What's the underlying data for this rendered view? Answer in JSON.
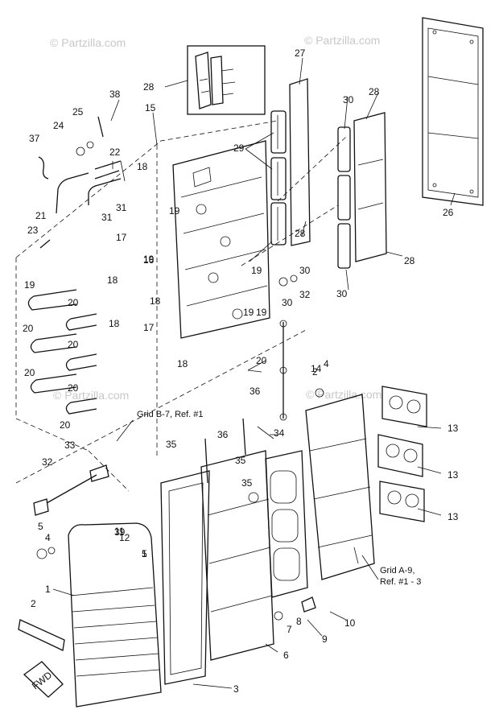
{
  "watermarks": [
    "© Partzilla.com",
    "© Partzilla.com",
    "© Partzilla.com",
    "© Partzilla.com"
  ],
  "notes": [
    {
      "lines": [
        "Grid B-7, Ref. #1"
      ]
    },
    {
      "lines": [
        "Grid A-9,",
        "Ref. #1 - 3"
      ]
    }
  ],
  "fwd_label": "FWD",
  "callouts": [
    "1",
    "2",
    "3",
    "4",
    "5",
    "6",
    "7",
    "8",
    "9",
    "10",
    "11",
    "12",
    "13",
    "13",
    "13",
    "14",
    "15",
    "16",
    "17",
    "17",
    "18",
    "18",
    "18",
    "18",
    "18",
    "19",
    "19",
    "19",
    "19",
    "19",
    "19",
    "20",
    "20",
    "20",
    "20",
    "20",
    "20",
    "20",
    "21",
    "22",
    "23",
    "24",
    "25",
    "26",
    "27",
    "28",
    "28",
    "28",
    "28",
    "29",
    "30",
    "30",
    "30",
    "30",
    "31",
    "31",
    "32",
    "32",
    "33",
    "34",
    "35",
    "35",
    "35",
    "36",
    "36",
    "37",
    "38",
    "39",
    "1",
    "2",
    "4",
    "5",
    "2"
  ]
}
